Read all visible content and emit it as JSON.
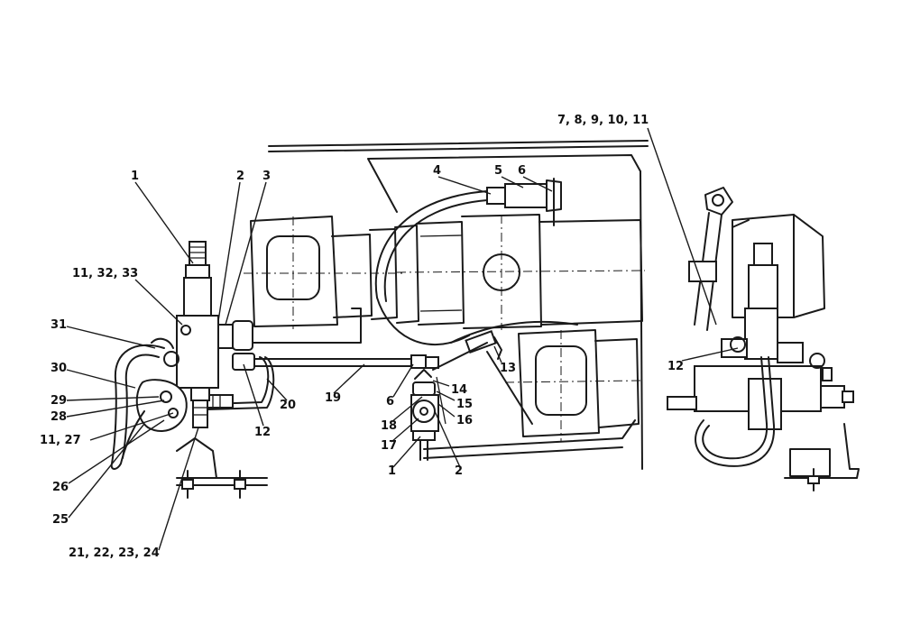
{
  "callouts": [
    {
      "id": "c1",
      "text": "1"
    },
    {
      "id": "c2",
      "text": "2"
    },
    {
      "id": "c3",
      "text": "3"
    },
    {
      "id": "c4",
      "text": "4"
    },
    {
      "id": "c5",
      "text": "5"
    },
    {
      "id": "c6",
      "text": "6"
    },
    {
      "id": "c7",
      "text": "7, 8, 9, 10, 11"
    },
    {
      "id": "c8",
      "text": "11, 32, 33"
    },
    {
      "id": "c9",
      "text": "31"
    },
    {
      "id": "c10",
      "text": "30"
    },
    {
      "id": "c11",
      "text": "29"
    },
    {
      "id": "c12",
      "text": "28"
    },
    {
      "id": "c13",
      "text": "11, 27"
    },
    {
      "id": "c14",
      "text": "26"
    },
    {
      "id": "c15",
      "text": "25"
    },
    {
      "id": "c16",
      "text": "21, 22, 23, 24"
    },
    {
      "id": "c17",
      "text": "12"
    },
    {
      "id": "c18",
      "text": "20"
    },
    {
      "id": "c19",
      "text": "19"
    },
    {
      "id": "c20",
      "text": "6"
    },
    {
      "id": "c21",
      "text": "18"
    },
    {
      "id": "c22",
      "text": "17"
    },
    {
      "id": "c23",
      "text": "1"
    },
    {
      "id": "c24",
      "text": "14"
    },
    {
      "id": "c25",
      "text": "15"
    },
    {
      "id": "c26",
      "text": "16"
    },
    {
      "id": "c27",
      "text": "2"
    },
    {
      "id": "c28",
      "text": "13"
    },
    {
      "id": "c29",
      "text": "12"
    }
  ]
}
